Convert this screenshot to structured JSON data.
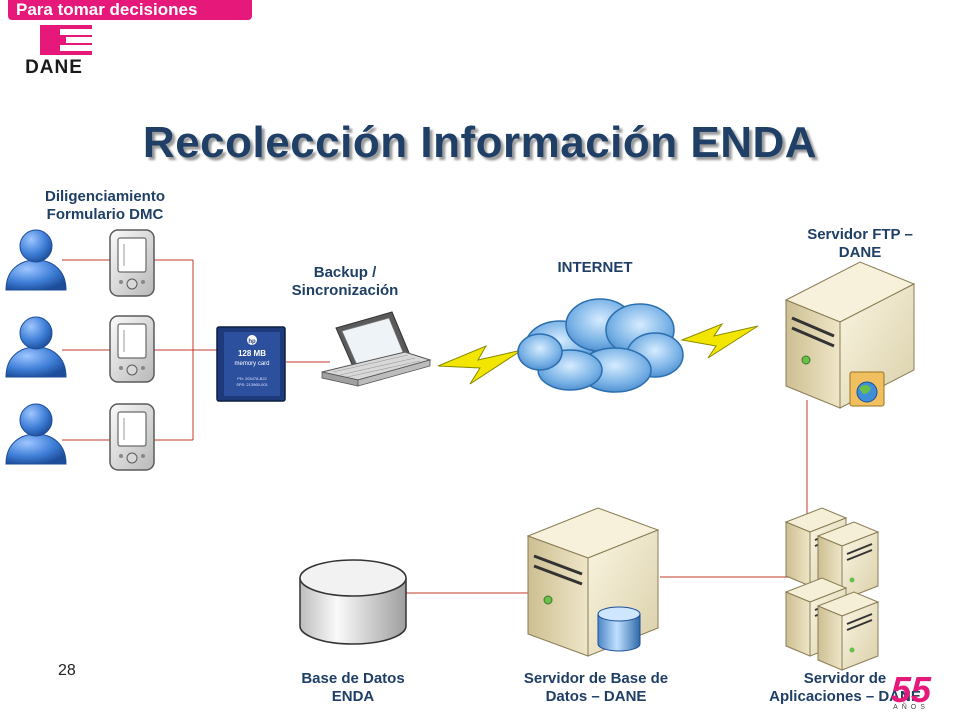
{
  "header": {
    "tagline": "Para tomar decisiones",
    "logo_text": "DANE",
    "brand_color": "#e6197a"
  },
  "title": "Recolección Información ENDA",
  "nodes": {
    "forms": {
      "label_line1": "Diligenciamiento",
      "label_line2": "Formulario DMC"
    },
    "memory_card": {
      "capacity": "128 MB",
      "type": "memory card",
      "brand": "hp",
      "fine_print_1": "PN: 203478-B22",
      "fine_print_2": "SPS: 213965-001"
    },
    "laptop": {
      "label_line1": "Backup /",
      "label_line2": "Sincronización"
    },
    "internet": {
      "label": "INTERNET"
    },
    "ftp_server": {
      "label_line1": "Servidor FTP –",
      "label_line2": "DANE"
    },
    "database": {
      "label_line1": "Base de Datos",
      "label_line2": "ENDA"
    },
    "db_server": {
      "label_line1": "Servidor de Base de",
      "label_line2": "Datos – DANE"
    },
    "app_servers": {
      "label_line1": "Servidor de",
      "label_line2": "Aplicaciones – DANE"
    }
  },
  "footer": {
    "page_number": "28",
    "anniversary_number": "55",
    "anniversary_word": "AÑOS"
  },
  "colors": {
    "connector": "#c0392b",
    "label_text": "#1f3f66",
    "lightning": "#f2e600",
    "cloud": "#6fa8dc",
    "server_body": "#efe6c8"
  }
}
